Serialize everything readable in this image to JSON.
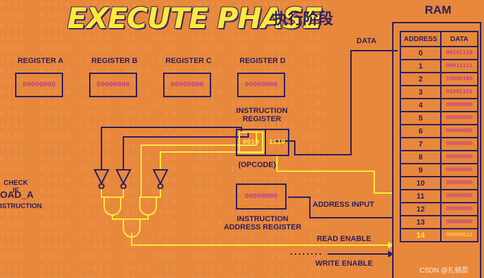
{
  "title": "EXECUTE PHASE",
  "title_cn": "执行阶段",
  "registers": [
    {
      "label": "REGISTER A",
      "value": "00000000"
    },
    {
      "label": "REGISTER B",
      "value": "00000000"
    },
    {
      "label": "REGISTER C",
      "value": "00000000"
    },
    {
      "label": "REGISTER D",
      "value": "00000000"
    }
  ],
  "instruction_register": {
    "label_line1": "INSTRUCTION",
    "label_line2": "REGISTER",
    "opcode": "0010",
    "operand": "1110",
    "opcode_label": "(OPCODE)"
  },
  "instruction_address_register": {
    "value": "00000000",
    "label_line1": "INSTRUCTION",
    "label_line2": "ADDRESS REGISTER"
  },
  "signals": {
    "data": "DATA",
    "address_input": "ADDRESS INPUT",
    "read_enable": "READ ENABLE",
    "write_enable": "WRITE ENABLE"
  },
  "check": {
    "line1": "CHECK IF",
    "line2": "OAD_A",
    "line3": "ISTRUCTION"
  },
  "ram": {
    "title": "RAM",
    "header_address": "ADDRESS",
    "header_data": "DATA",
    "rows": [
      {
        "address": "0",
        "data": "00101110"
      },
      {
        "address": "1",
        "data": "00011111"
      },
      {
        "address": "2",
        "data": "10000100"
      },
      {
        "address": "3",
        "data": "01001101"
      },
      {
        "address": "4",
        "data": "00000000"
      },
      {
        "address": "5",
        "data": "00000000"
      },
      {
        "address": "6",
        "data": "00000000"
      },
      {
        "address": "7",
        "data": "00000000"
      },
      {
        "address": "8",
        "data": "00000000"
      },
      {
        "address": "9",
        "data": "00000000"
      },
      {
        "address": "10",
        "data": "00000000"
      },
      {
        "address": "11",
        "data": "00000000"
      },
      {
        "address": "12",
        "data": "00000000"
      },
      {
        "address": "13",
        "data": "00000000"
      },
      {
        "address": "14",
        "data": "00000011"
      }
    ],
    "highlighted_address": "14"
  },
  "watermark": "CSDN @扎顿蕊",
  "colors": {
    "background": "#E8883C",
    "ink": "#2B1E5E",
    "active": "#FFE93B",
    "value": "#B01FA8"
  }
}
